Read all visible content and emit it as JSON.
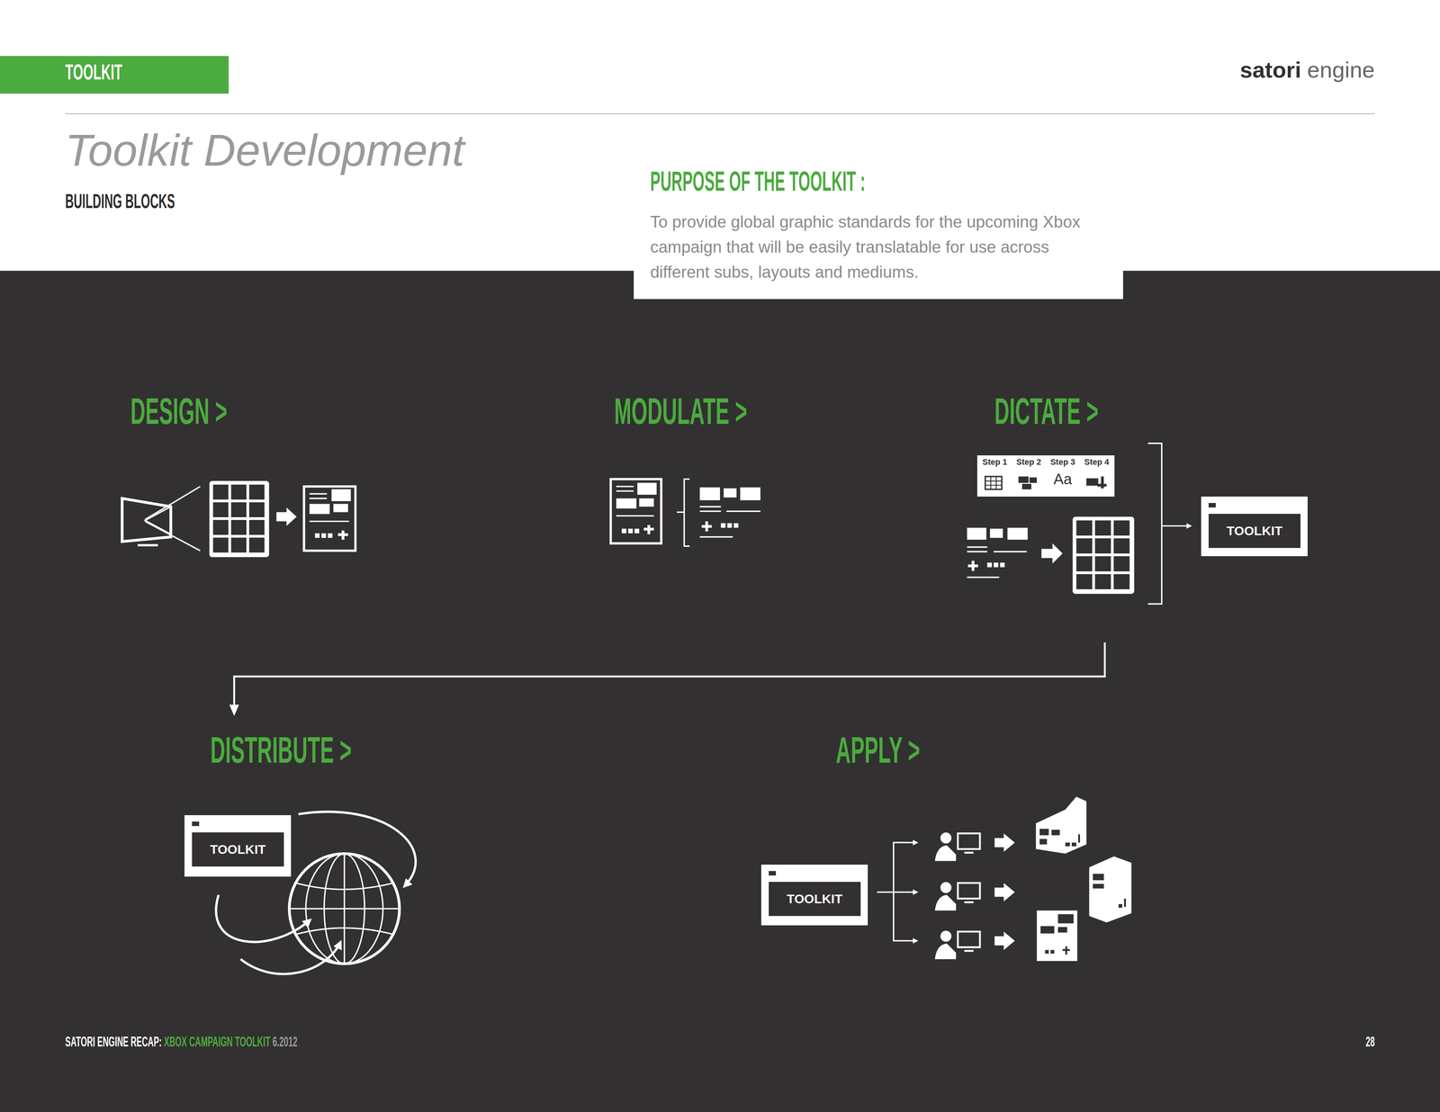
{
  "diagram": {
    "title": "Toolkit Development",
    "nodes": [
      {
        "text": [
          "PURPOSE OF THE TOOLKIT :",
          "To provide global graphic standards for the upcoming Xbox campaign that will be easily translatable for use across different subs, layouts and mediums."
        ]
      },
      {
        "text": [
          "DESIGN >"
        ]
      },
      {
        "text": [
          "MODULATE >"
        ]
      },
      {
        "text": [
          "DICTATE >"
        ]
      },
      {
        "text": [
          "Step 1"
        ],
        "in": 3
      },
      {
        "text": [
          "Step 2"
        ],
        "in": 3
      },
      {
        "text": [
          "Step 3",
          "Aa"
        ],
        "in": 3
      },
      {
        "text": [
          "Step 4"
        ],
        "in": 3
      },
      {
        "text": [
          "TOOLKIT"
        ],
        "in": 3
      },
      {
        "text": [
          "DISTRIBUTE >"
        ]
      },
      {
        "text": [
          "TOOLKIT"
        ],
        "in": 9
      },
      {
        "text": [
          "APPLY >"
        ]
      },
      {
        "text": [
          "TOOLKIT"
        ],
        "in": 11
      }
    ],
    "edges": [
      {
        "from": 3,
        "to": 9,
        "arrow": "to"
      }
    ],
    "labels": [
      "TOOLKIT",
      "satori",
      "engine",
      "BUILDING BLOCKS",
      "SATORI ENGINE RECAP:",
      "XBOX CAMPAIGN TOOLKIT",
      "6.2012",
      "28"
    ]
  }
}
